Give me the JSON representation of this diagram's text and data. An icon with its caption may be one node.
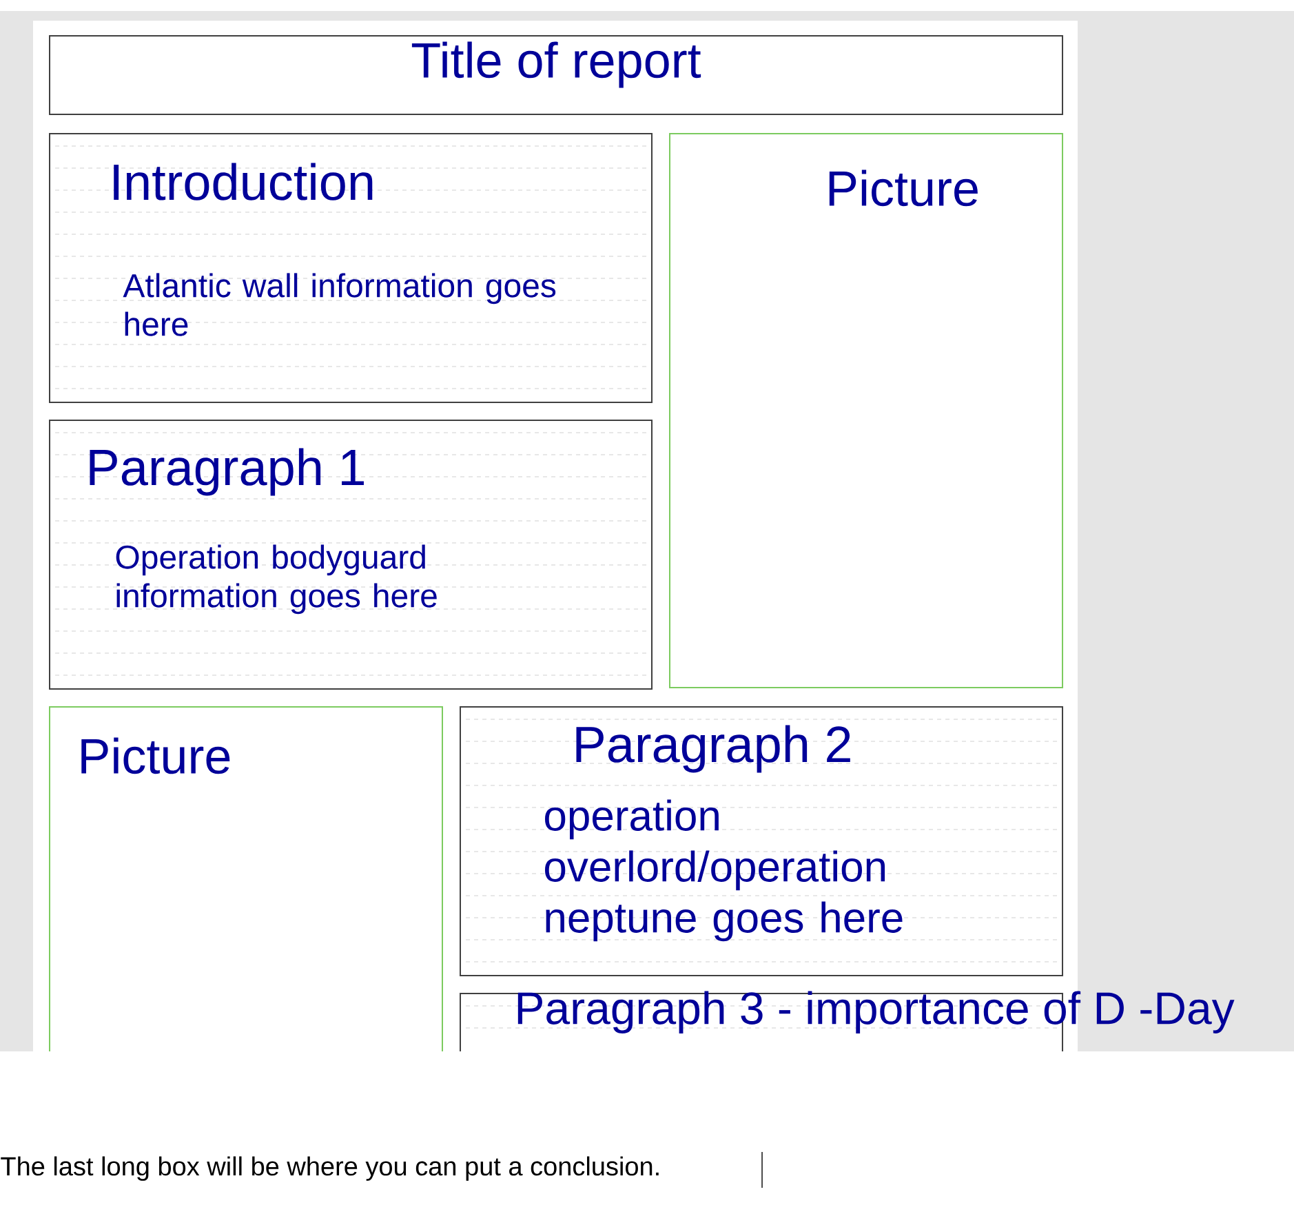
{
  "diagram": {
    "caption": "The last long box will be where you can put a conclusion.",
    "nodes": [
      {
        "text": [
          "Title of report"
        ]
      },
      {
        "text": [
          "Introduction",
          "Atlantic wall information goes here"
        ]
      },
      {
        "text": [
          "Picture"
        ]
      },
      {
        "text": [
          "Paragraph 1",
          "Operation bodyguard information goes here"
        ]
      },
      {
        "text": [
          "Picture"
        ]
      },
      {
        "text": [
          "Paragraph 2",
          "operation overlord/operation neptune goes here"
        ]
      },
      {
        "text": [
          "Paragraph 3 - importance of D -Day"
        ]
      }
    ]
  }
}
